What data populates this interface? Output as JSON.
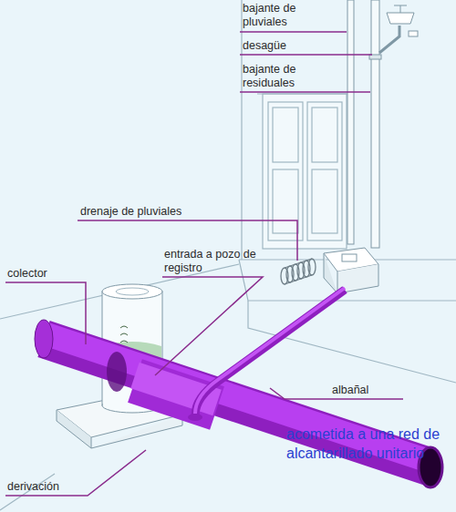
{
  "diagram": {
    "caption": "acometida a una red de alcantarillado unitario",
    "labels": [
      "bajante de pluviales",
      "desagüe",
      "bajante de residuales",
      "drenaje de pluviales",
      "entrada a pozo de registro",
      "colector",
      "albañal",
      "derivación"
    ]
  }
}
